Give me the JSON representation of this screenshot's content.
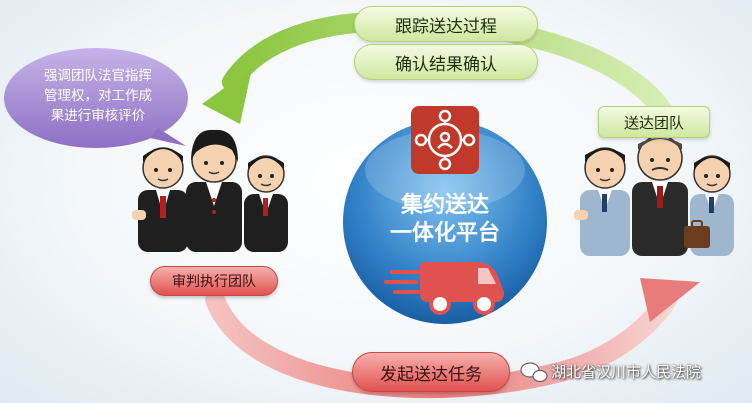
{
  "top_labels": {
    "track": "跟踪送达过程",
    "confirm": "确认结果确认"
  },
  "speech": {
    "line1": "强调团队法官指挥",
    "line2": "管理权，对工作成",
    "line3": "果进行审核评价"
  },
  "left_team": {
    "label": "审判执行团队"
  },
  "right_team": {
    "label": "送达团队"
  },
  "center": {
    "line1": "集约送达",
    "line2": "一体化平台"
  },
  "bottom_label": "发起送达任务",
  "watermark": "湖北省汉川市人民法院",
  "colors": {
    "green_arrow": "#8cc63f",
    "red_arrow": "#e0524f",
    "circle_blue": "#2f7fc6",
    "speech_purple": "#8e6fc4",
    "icon_red": "#c0392b"
  }
}
